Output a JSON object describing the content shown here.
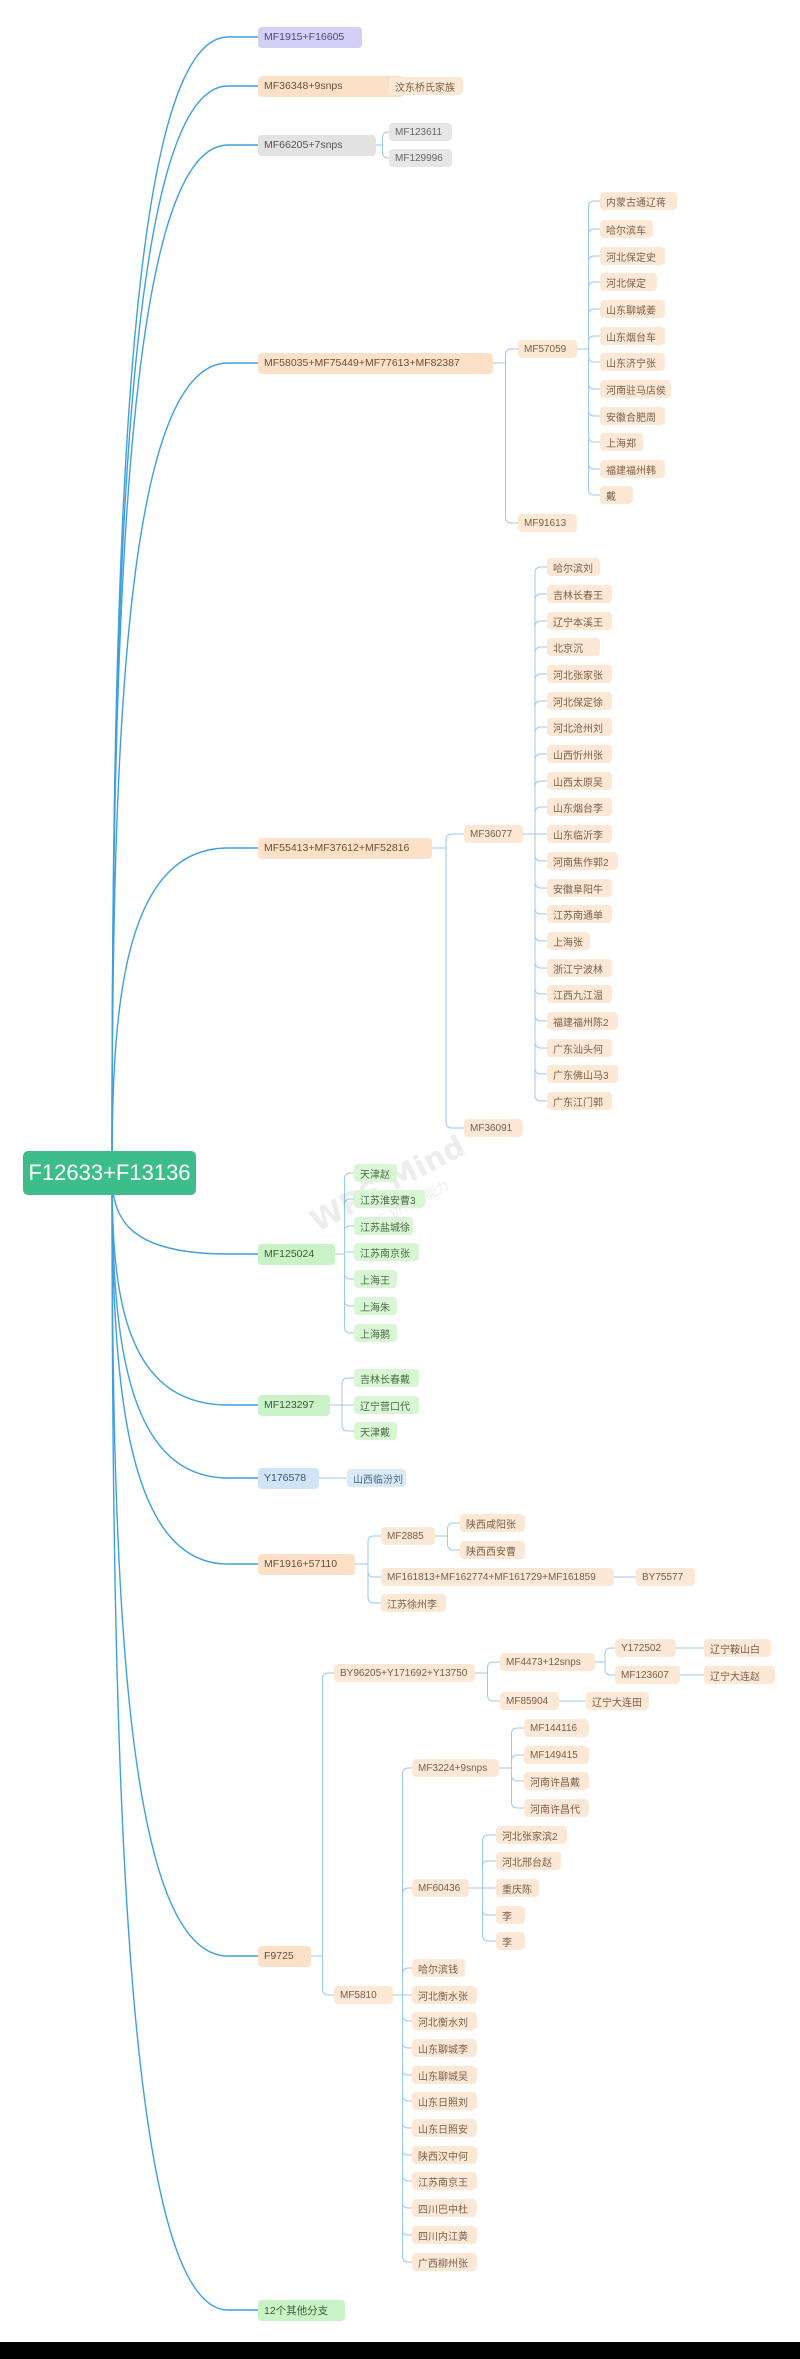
{
  "watermark": {
    "brand": "WPS Mind",
    "tagline": "WPS 协作图能力"
  },
  "root": {
    "label": "F12633+F13136"
  },
  "nodes": [
    {
      "id": "n1",
      "label": "MF1915+F16605",
      "parent": "root",
      "style": "purple"
    },
    {
      "id": "n2",
      "label": "MF36348+9snps",
      "parent": "root",
      "style": "peach"
    },
    {
      "id": "n2a",
      "label": "汶东桥氏家族",
      "parent": "n2",
      "style": "lpeach"
    },
    {
      "id": "n3",
      "label": "MF66205+7snps",
      "parent": "root",
      "style": "gray"
    },
    {
      "id": "n3a",
      "label": "MF123611",
      "parent": "n3",
      "style": "lgray"
    },
    {
      "id": "n3b",
      "label": "MF129996",
      "parent": "n3",
      "style": "lgray"
    },
    {
      "id": "n4",
      "label": "MF58035+MF75449+MF77613+MF82387",
      "parent": "root",
      "style": "peach"
    },
    {
      "id": "n4a",
      "label": "MF57059",
      "parent": "n4",
      "style": "lpeach"
    },
    {
      "id": "n4a1",
      "label": "内蒙古通辽蒋",
      "parent": "n4a",
      "style": "lpeach"
    },
    {
      "id": "n4a2",
      "label": "哈尔滨车",
      "parent": "n4a",
      "style": "lpeach"
    },
    {
      "id": "n4a3",
      "label": "河北保定史",
      "parent": "n4a",
      "style": "lpeach"
    },
    {
      "id": "n4a4",
      "label": "河北保定",
      "parent": "n4a",
      "style": "lpeach"
    },
    {
      "id": "n4a5",
      "label": "山东聊城姜",
      "parent": "n4a",
      "style": "lpeach"
    },
    {
      "id": "n4a6",
      "label": "山东烟台车",
      "parent": "n4a",
      "style": "lpeach"
    },
    {
      "id": "n4a7",
      "label": "山东济宁张",
      "parent": "n4a",
      "style": "lpeach"
    },
    {
      "id": "n4a8",
      "label": "河南驻马店侯",
      "parent": "n4a",
      "style": "lpeach"
    },
    {
      "id": "n4a9",
      "label": "安徽合肥周",
      "parent": "n4a",
      "style": "lpeach"
    },
    {
      "id": "n4a10",
      "label": "上海郑",
      "parent": "n4a",
      "style": "lpeach"
    },
    {
      "id": "n4a11",
      "label": "福建福州韩",
      "parent": "n4a",
      "style": "lpeach"
    },
    {
      "id": "n4a12",
      "label": "戴",
      "parent": "n4a",
      "style": "lpeach"
    },
    {
      "id": "n4b",
      "label": "MF91613",
      "parent": "n4",
      "style": "lpeach"
    },
    {
      "id": "n5",
      "label": "MF55413+MF37612+MF52816",
      "parent": "root",
      "style": "peach"
    },
    {
      "id": "n5a",
      "label": "MF36077",
      "parent": "n5",
      "style": "lpeach"
    },
    {
      "id": "n5a1",
      "label": "哈尔滨刘",
      "parent": "n5a",
      "style": "lpeach"
    },
    {
      "id": "n5a2",
      "label": "吉林长春王",
      "parent": "n5a",
      "style": "lpeach"
    },
    {
      "id": "n5a3",
      "label": "辽宁本溪王",
      "parent": "n5a",
      "style": "lpeach"
    },
    {
      "id": "n5a4",
      "label": "北京沉",
      "parent": "n5a",
      "style": "lpeach"
    },
    {
      "id": "n5a5",
      "label": "河北张家张",
      "parent": "n5a",
      "style": "lpeach"
    },
    {
      "id": "n5a6",
      "label": "河北保定徐",
      "parent": "n5a",
      "style": "lpeach"
    },
    {
      "id": "n5a7",
      "label": "河北沧州刘",
      "parent": "n5a",
      "style": "lpeach"
    },
    {
      "id": "n5a8",
      "label": "山西忻州张",
      "parent": "n5a",
      "style": "lpeach"
    },
    {
      "id": "n5a9",
      "label": "山西太原吴",
      "parent": "n5a",
      "style": "lpeach"
    },
    {
      "id": "n5a10",
      "label": "山东烟台李",
      "parent": "n5a",
      "style": "lpeach"
    },
    {
      "id": "n5a11",
      "label": "山东临沂李",
      "parent": "n5a",
      "style": "lpeach"
    },
    {
      "id": "n5a12",
      "label": "河南焦作郭2",
      "parent": "n5a",
      "style": "lpeach"
    },
    {
      "id": "n5a13",
      "label": "安徽阜阳牛",
      "parent": "n5a",
      "style": "lpeach"
    },
    {
      "id": "n5a14",
      "label": "江苏南通单",
      "parent": "n5a",
      "style": "lpeach"
    },
    {
      "id": "n5a15",
      "label": "上海张",
      "parent": "n5a",
      "style": "lpeach"
    },
    {
      "id": "n5a16",
      "label": "浙江宁波林",
      "parent": "n5a",
      "style": "lpeach"
    },
    {
      "id": "n5a17",
      "label": "江西九江温",
      "parent": "n5a",
      "style": "lpeach"
    },
    {
      "id": "n5a18",
      "label": "福建福州陈2",
      "parent": "n5a",
      "style": "lpeach"
    },
    {
      "id": "n5a19",
      "label": "广东汕头何",
      "parent": "n5a",
      "style": "lpeach"
    },
    {
      "id": "n5a20",
      "label": "广东佛山马3",
      "parent": "n5a",
      "style": "lpeach"
    },
    {
      "id": "n5a21",
      "label": "广东江门郭",
      "parent": "n5a",
      "style": "lpeach"
    },
    {
      "id": "n5b",
      "label": "MF36091",
      "parent": "n5",
      "style": "lpeach"
    },
    {
      "id": "n6",
      "label": "MF125024",
      "parent": "root",
      "style": "green"
    },
    {
      "id": "n6a",
      "label": "天津赵",
      "parent": "n6",
      "style": "lgreen"
    },
    {
      "id": "n6b",
      "label": "江苏淮安曹3",
      "parent": "n6",
      "style": "lgreen"
    },
    {
      "id": "n6c",
      "label": "江苏盐城徐",
      "parent": "n6",
      "style": "lgreen"
    },
    {
      "id": "n6d",
      "label": "江苏南京张",
      "parent": "n6",
      "style": "lgreen"
    },
    {
      "id": "n6e",
      "label": "上海王",
      "parent": "n6",
      "style": "lgreen"
    },
    {
      "id": "n6f",
      "label": "上海朱",
      "parent": "n6",
      "style": "lgreen"
    },
    {
      "id": "n6g",
      "label": "上海鹅",
      "parent": "n6",
      "style": "lgreen"
    },
    {
      "id": "n7",
      "label": "MF123297",
      "parent": "root",
      "style": "green"
    },
    {
      "id": "n7a",
      "label": "吉林长春戴",
      "parent": "n7",
      "style": "lgreen"
    },
    {
      "id": "n7b",
      "label": "辽宁营口代",
      "parent": "n7",
      "style": "lgreen"
    },
    {
      "id": "n7c",
      "label": "天津戴",
      "parent": "n7",
      "style": "lgreen"
    },
    {
      "id": "n8",
      "label": "Y176578",
      "parent": "root",
      "style": "blue"
    },
    {
      "id": "n8a",
      "label": "山西临汾刘",
      "parent": "n8",
      "style": "lblue"
    },
    {
      "id": "n9",
      "label": "MF1916+57110",
      "parent": "root",
      "style": "peach"
    },
    {
      "id": "n9a",
      "label": "MF2885",
      "parent": "n9",
      "style": "lpeach"
    },
    {
      "id": "n9a1",
      "label": "陕西咸阳张",
      "parent": "n9a",
      "style": "lpeach"
    },
    {
      "id": "n9a2",
      "label": "陕西西安曹",
      "parent": "n9a",
      "style": "lpeach"
    },
    {
      "id": "n9b",
      "label": "MF161813+MF162774+MF161729+MF161859",
      "parent": "n9",
      "style": "lpeach"
    },
    {
      "id": "n9b1",
      "label": "BY75577",
      "parent": "n9b",
      "style": "lpeach"
    },
    {
      "id": "n9c",
      "label": "江苏徐州李",
      "parent": "n9",
      "style": "lpeach"
    },
    {
      "id": "n10",
      "label": "F9725",
      "parent": "root",
      "style": "peach"
    },
    {
      "id": "n10a",
      "label": "BY96205+Y171692+Y13750",
      "parent": "n10",
      "style": "lpeach"
    },
    {
      "id": "n10a1",
      "label": "MF4473+12snps",
      "parent": "n10a",
      "style": "lpeach"
    },
    {
      "id": "n10a1a",
      "label": "Y172502",
      "parent": "n10a1",
      "style": "lpeach"
    },
    {
      "id": "n10a1a1",
      "label": "辽宁鞍山白",
      "parent": "n10a1a",
      "style": "lpeach"
    },
    {
      "id": "n10a1b",
      "label": "MF123607",
      "parent": "n10a1",
      "style": "lpeach"
    },
    {
      "id": "n10a1b1",
      "label": "辽宁大连赵",
      "parent": "n10a1b",
      "style": "lpeach"
    },
    {
      "id": "n10a2",
      "label": "MF85904",
      "parent": "n10a",
      "style": "lpeach"
    },
    {
      "id": "n10a2a",
      "label": "辽宁大连田",
      "parent": "n10a2",
      "style": "lpeach"
    },
    {
      "id": "n10b",
      "label": "MF5810",
      "parent": "n10",
      "style": "lpeach"
    },
    {
      "id": "n10b1",
      "label": "MF3224+9snps",
      "parent": "n10b",
      "style": "lpeach"
    },
    {
      "id": "n10b1a",
      "label": "MF144116",
      "parent": "n10b1",
      "style": "lpeach"
    },
    {
      "id": "n10b1b",
      "label": "MF149415",
      "parent": "n10b1",
      "style": "lpeach"
    },
    {
      "id": "n10b1c",
      "label": "河南许昌戴",
      "parent": "n10b1",
      "style": "lpeach"
    },
    {
      "id": "n10b1d",
      "label": "河南许昌代",
      "parent": "n10b1",
      "style": "lpeach"
    },
    {
      "id": "n10b2",
      "label": "MF60436",
      "parent": "n10b",
      "style": "lpeach"
    },
    {
      "id": "n10b2a",
      "label": "河北张家滨2",
      "parent": "n10b2",
      "style": "lpeach"
    },
    {
      "id": "n10b2b",
      "label": "河北邢台赵",
      "parent": "n10b2",
      "style": "lpeach"
    },
    {
      "id": "n10b2c",
      "label": "重庆陈",
      "parent": "n10b2",
      "style": "lpeach"
    },
    {
      "id": "n10b2d",
      "label": "李",
      "parent": "n10b2",
      "style": "lpeach"
    },
    {
      "id": "n10b2e",
      "label": "李",
      "parent": "n10b2",
      "style": "lpeach"
    },
    {
      "id": "n10b3",
      "label": "哈尔滨钱",
      "parent": "n10b",
      "style": "lpeach"
    },
    {
      "id": "n10b4",
      "label": "河北衡水张",
      "parent": "n10b",
      "style": "lpeach"
    },
    {
      "id": "n10b5",
      "label": "河北衡水刘",
      "parent": "n10b",
      "style": "lpeach"
    },
    {
      "id": "n10b6",
      "label": "山东聊城李",
      "parent": "n10b",
      "style": "lpeach"
    },
    {
      "id": "n10b7",
      "label": "山东聊城吴",
      "parent": "n10b",
      "style": "lpeach"
    },
    {
      "id": "n10b8",
      "label": "山东日照刘",
      "parent": "n10b",
      "style": "lpeach"
    },
    {
      "id": "n10b9",
      "label": "山东日照安",
      "parent": "n10b",
      "style": "lpeach"
    },
    {
      "id": "n10b10",
      "label": "陕西汉中何",
      "parent": "n10b",
      "style": "lpeach"
    },
    {
      "id": "n10b11",
      "label": "江苏南京王",
      "parent": "n10b",
      "style": "lpeach"
    },
    {
      "id": "n10b12",
      "label": "四川巴中杜",
      "parent": "n10b",
      "style": "lpeach"
    },
    {
      "id": "n10b13",
      "label": "四川内江黄",
      "parent": "n10b",
      "style": "lpeach"
    },
    {
      "id": "n10b14",
      "label": "广西柳州张",
      "parent": "n10b",
      "style": "lpeach"
    },
    {
      "id": "n11",
      "label": "12个其他分支",
      "parent": "root",
      "style": "green"
    }
  ]
}
